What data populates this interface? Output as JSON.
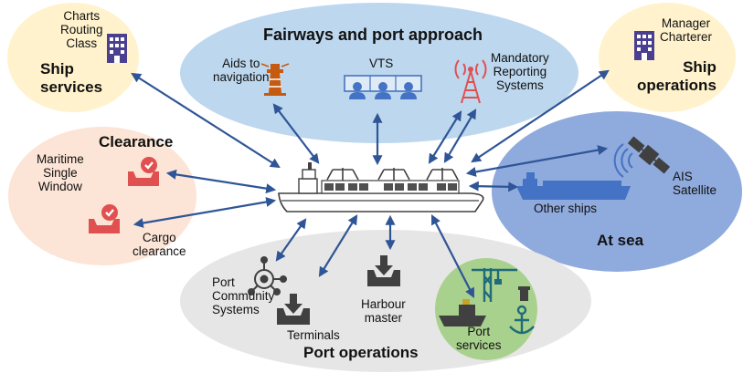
{
  "groups": {
    "fairways": {
      "title": "Fairways and port approach",
      "aids": [
        "Aids to",
        "navigation"
      ],
      "vts": "VTS",
      "mandatory": [
        "Mandatory",
        "Reporting",
        "Systems"
      ]
    },
    "ship_services": {
      "items": [
        "Charts",
        "Routing",
        "Class"
      ],
      "title": [
        "Ship",
        "services"
      ]
    },
    "ship_operations": {
      "items": [
        "Manager",
        "Charterer"
      ],
      "title": [
        "Ship",
        "operations"
      ]
    },
    "clearance": {
      "title": "Clearance",
      "msw": [
        "Maritime",
        "Single",
        "Window"
      ],
      "cargo": [
        "Cargo",
        "clearance"
      ]
    },
    "at_sea": {
      "title": "At sea",
      "ais": [
        "AIS",
        "Satellite"
      ],
      "other_ships": "Other ships"
    },
    "port_operations": {
      "title": "Port operations",
      "pcs": [
        "Port",
        "Community",
        "Systems"
      ],
      "terminals": "Terminals",
      "harbour": [
        "Harbour",
        "master"
      ],
      "port_services": [
        "Port",
        "services"
      ]
    }
  },
  "colors": {
    "blue_ellipse": "#BDD7EE",
    "yellow_ellipse": "#FFF2CC",
    "pink_ellipse": "#FCE4D6",
    "sea_ellipse": "#8FAADC",
    "grey_ellipse": "#E7E6E6",
    "green_circle": "#A9D18E",
    "arrow": "#2F5597",
    "icon_blue": "#4472C4",
    "icon_red": "#E05050",
    "icon_orange": "#C55A11",
    "icon_purple": "#4B3F8F",
    "icon_dark": "#404040",
    "teal": "#1F6B7A"
  },
  "icons": [
    "building-icon",
    "lighthouse-icon",
    "vts-operators-icon",
    "radio-tower-icon",
    "inbox-check-icon",
    "satellite-icon",
    "ship-icon",
    "network-icon",
    "download-tray-icon",
    "crane-icon",
    "anchor-icon",
    "bollard-icon",
    "tug-icon"
  ]
}
